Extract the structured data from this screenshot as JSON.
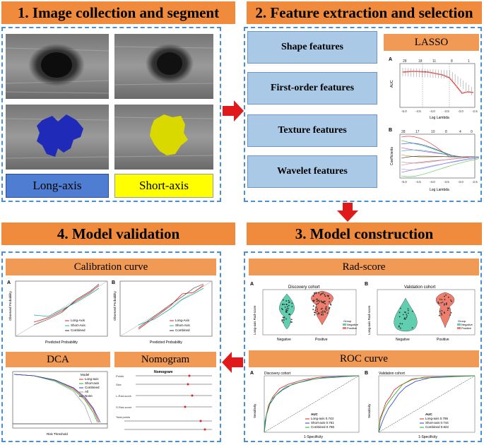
{
  "sections": {
    "s1": "1. Image collection and segment",
    "s2": "2. Feature extraction and selection",
    "s3": "3. Model construction",
    "s4": "4. Model validation"
  },
  "segment": {
    "long_axis": "Long-axis",
    "short_axis": "Short-axis"
  },
  "features": [
    "Shape features",
    "First-order features",
    "Texture features",
    "Wavelet features"
  ],
  "lasso": {
    "title": "LASSO",
    "panel_a": "A",
    "panel_b": "B",
    "top_a": [
      "28",
      "18",
      "11",
      "8",
      "1"
    ],
    "top_b": [
      "28",
      "17",
      "10",
      "8",
      "4",
      "0"
    ],
    "x_ticks": [
      "-5.0",
      "-4.5",
      "-4.0",
      "-3.5",
      "-3.0",
      "-2.5"
    ],
    "xlabel": "Log Lambda",
    "ylabel_a": "AUC",
    "ylabel_b": "Coefficients"
  },
  "radscore": {
    "title": "Rad-score",
    "a": "A",
    "b": "B",
    "discovery": "Discovery cohort",
    "validation": "Validation cohort",
    "ylabel": "Long-axis Rad-score",
    "neg": "Negative",
    "pos": "Positive",
    "legend_title": "Group"
  },
  "roc": {
    "title": "ROC curve",
    "a": "A",
    "b": "B",
    "discovery": "Discovery cohort",
    "validation": "Validation cohort",
    "auc": "AUC",
    "disc_items": [
      "Long-axis 0.743",
      "Short-axis 0.751",
      "Combined 0.786"
    ],
    "val_items": [
      "Long-axis 0.795",
      "Short-axis 0.744",
      "Combined 0.822"
    ],
    "xlabel": "1-Specificity",
    "ylabel": "Sensitivity"
  },
  "calibration": {
    "title": "Calibration curve",
    "a": "A",
    "b": "B",
    "legend": [
      "Long-Axis",
      "Short-Axis",
      "Combined"
    ],
    "xlabel": "Predicted Probability",
    "ylabel": "Observed Probability"
  },
  "dca": {
    "title": "DCA",
    "model": "Model",
    "legend": [
      "Long-axis",
      "Short-axis",
      "Combined",
      "All",
      "None"
    ],
    "xlabel": "Risk Threshold"
  },
  "nomogram": {
    "title": "Nomogram",
    "header": "Nomogram",
    "rows": [
      "Points",
      "Size",
      "L-Rad-score",
      "S-Rad-score",
      "Total points"
    ]
  },
  "colors": {
    "orange": "#f08a3c",
    "blue_box": "#4a8fd0",
    "long_axis": "#4e7dd1",
    "short_axis": "#ffff00",
    "red": "#e02020"
  }
}
